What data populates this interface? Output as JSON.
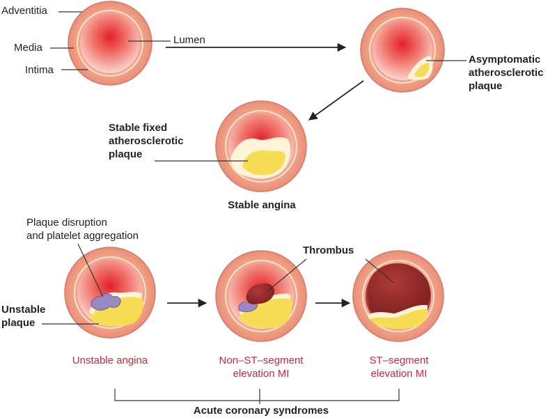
{
  "labels": {
    "adventitia": "Adventitia",
    "media": "Media",
    "intima": "Intima",
    "lumen": "Lumen",
    "asymptomatic": "Asymptomatic\natherosclerotic\nplaque",
    "stable_fixed": "Stable fixed\natherosclerotic\nplaque",
    "stable_angina": "Stable angina",
    "plaque_disruption": "Plaque disruption\nand platelet aggregation",
    "thrombus": "Thrombus",
    "unstable_plaque": "Unstable\nplaque",
    "unstable_angina": "Unstable angina",
    "nstemi": "Non–ST–segment\nelevation MI",
    "stemi": "ST–segment\nelevation MI",
    "acs": "Acute coronary syndromes"
  },
  "colors": {
    "outer_ring": "#f0a084",
    "ring_edge": "#d9776a",
    "inner_line": "#fbe3d6",
    "lumen_center": "#e3202b",
    "lumen_edge": "#fbd3cc",
    "plaque_cap": "#fff3d8",
    "plaque_core": "#f7dc55",
    "platelet": "#9b8ac0",
    "thrombus": "#9a2a2a",
    "clinical_red": "#c8283a",
    "leader_line": "#333333"
  },
  "icons": [
    "arrow-right-icon",
    "arrow-down-left-icon"
  ]
}
